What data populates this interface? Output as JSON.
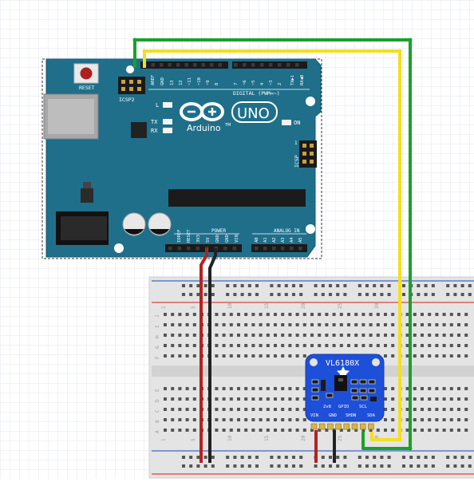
{
  "arduino": {
    "reset_label": "RESET",
    "icsp2_label": "ICSP2",
    "icsp_label": "ICSP",
    "logo_text": "Arduino",
    "model": "UNO",
    "tm": "TM",
    "l_label": "L",
    "tx_label": "TX",
    "rx_label": "RX",
    "on_label": "ON",
    "digital_label": "DIGITAL (PWM=~)",
    "analog_label": "ANALOG IN",
    "power_label": "POWER",
    "icsp_pin_number": "1",
    "digital_pins": [
      "AREF",
      "GND",
      "13",
      "12",
      "~11",
      "~10",
      "~9",
      "8",
      "7",
      "~6",
      "~5",
      "4",
      "~3",
      "2",
      "TX▶1",
      "RX◀0"
    ],
    "power_pins": [
      "IOREF",
      "RESET",
      "3V3",
      "5V",
      "GND",
      "GND",
      "VIN"
    ],
    "analog_pins": [
      "A0",
      "A1",
      "A2",
      "A3",
      "A4",
      "A5"
    ]
  },
  "breadboard": {
    "column_numbers": [
      "1",
      "5",
      "10",
      "15",
      "20",
      "25",
      "30"
    ],
    "row_letters_top": [
      "J",
      "I",
      "H",
      "G",
      "F"
    ],
    "row_letters_bottom": [
      "E",
      "D",
      "C",
      "B",
      "A"
    ]
  },
  "sensor": {
    "title": "VL6180X",
    "top_labels": [
      "2v8",
      "GPIO",
      "SCL"
    ],
    "pin_labels": [
      "VIN",
      "GND",
      "SHDN",
      "SDA"
    ]
  },
  "colors": {
    "board": "#1f6f8b",
    "breadboard": "#e4e4e4",
    "sensor": "#1e4fd8",
    "wire_5v": "#b3231f",
    "wire_gnd": "#222222",
    "wire_scl": "#1aa12c",
    "wire_sda": "#f2e01d",
    "rail_red": "#d8473f",
    "rail_blue": "#3f67c9"
  }
}
